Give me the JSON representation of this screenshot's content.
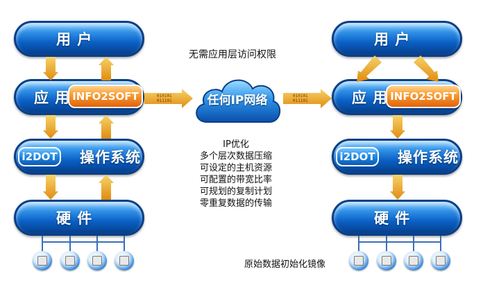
{
  "left": {
    "user": "用  户",
    "app": "应 用",
    "app_badge": "INFO2SOFT",
    "os_badge": "i2DOT",
    "os": "操作系统",
    "hw": "硬  件"
  },
  "right": {
    "user": "用  户",
    "app": "应 用",
    "app_badge": "INFO2SOFT",
    "os_badge": "i2DOT",
    "os": "操作系统",
    "hw": "硬  件"
  },
  "cloud_title": "无需应用层访问权限",
  "cloud_label": "任何IP网络",
  "features": [
    "IP优化",
    "多个层次数据压缩",
    "可设定的主机资源",
    "可配置的带宽比率",
    "可规划的复制计划",
    "零重复数据的传输"
  ],
  "mirror_caption": "原始数据初始化镜像",
  "binary_text": "010101\n011101",
  "colors": {
    "pill_blue": "#0a5fc4",
    "arrow_gold": "#f2b01e",
    "badge_orange": "#f0801e"
  },
  "icons": [
    "disk-icon",
    "disk-icon",
    "disk-icon",
    "disk-icon"
  ]
}
